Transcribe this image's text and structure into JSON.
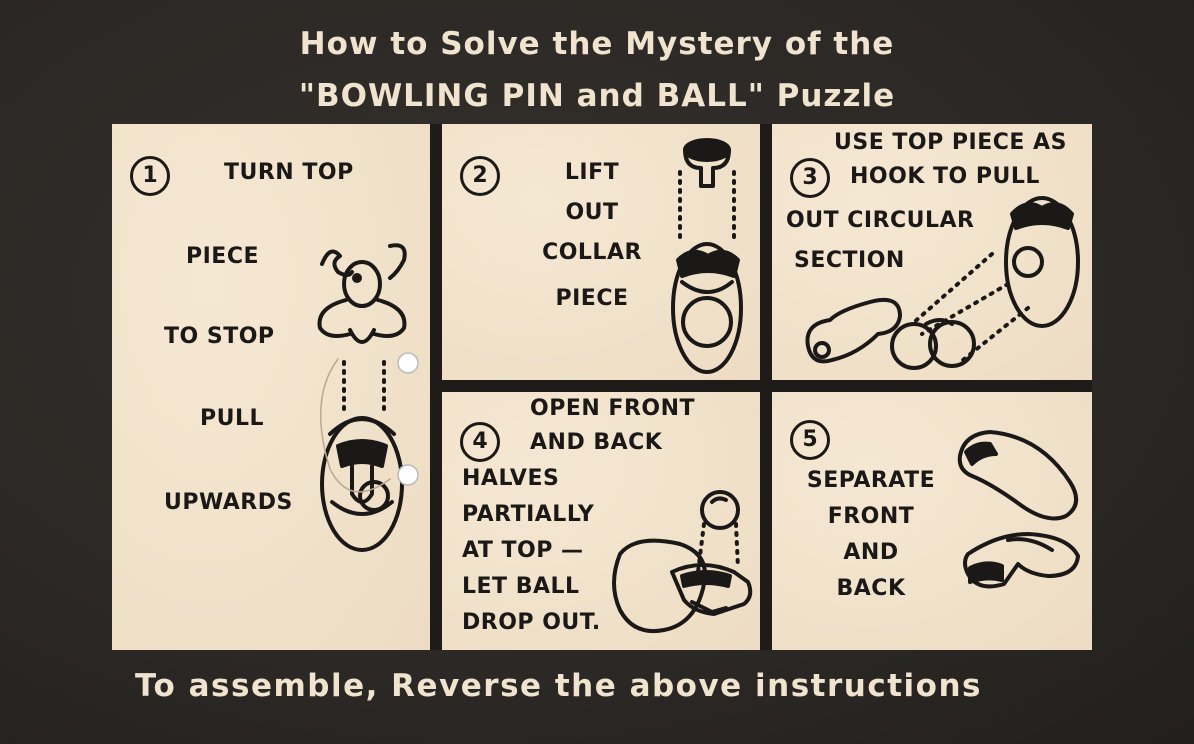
{
  "title": {
    "line1": "How to Solve the Mystery of the",
    "line2": "\"BOWLING PIN and BALL\" Puzzle"
  },
  "steps": [
    {
      "number": "1",
      "lines": [
        "TURN TOP",
        "PIECE",
        "TO STOP",
        "PULL",
        "UPWARDS"
      ]
    },
    {
      "number": "2",
      "lines": [
        "LIFT",
        "OUT",
        "COLLAR",
        "PIECE"
      ]
    },
    {
      "number": "3",
      "lines": [
        "USE TOP PIECE AS",
        "HOOK TO PULL",
        "OUT CIRCULAR",
        "SECTION"
      ]
    },
    {
      "number": "4",
      "lines": [
        "OPEN FRONT",
        "AND BACK",
        "HALVES",
        "PARTIALLY",
        "AT TOP —",
        "LET BALL",
        "DROP OUT."
      ]
    },
    {
      "number": "5",
      "lines": [
        "SEPARATE",
        "FRONT",
        "AND",
        "BACK"
      ]
    }
  ],
  "footer": "To assemble, Reverse the above instructions",
  "icons": {
    "step1": "bowling-pin-top-turn-icon",
    "step2": "collar-lift-icon",
    "step3": "hook-pull-icon",
    "step4": "open-halves-ball-icon",
    "step5": "separate-halves-icon"
  }
}
